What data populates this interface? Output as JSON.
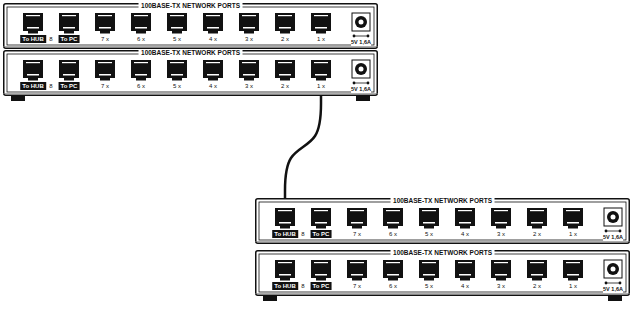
{
  "diagram": {
    "nodes": [
      {
        "text": [
          "100BASE-TX NETWORK PORTS",
          "To HUB",
          "8",
          "To PC",
          "7 x",
          "6 x",
          "5 x",
          "4 x",
          "3 x",
          "2 x",
          "1 x",
          "5V 1,6A"
        ]
      },
      {
        "text": [
          "100BASE-TX NETWORK PORTS",
          "To HUB",
          "8",
          "To PC",
          "7 x",
          "6 x",
          "5 x",
          "4 x",
          "3 x",
          "2 x",
          "1 x",
          "5V 1,6A"
        ]
      },
      {
        "text": [
          "100BASE-TX NETWORK PORTS",
          "To HUB",
          "8",
          "To PC",
          "7 x",
          "6 x",
          "5 x",
          "4 x",
          "3 x",
          "2 x",
          "1 x",
          "5V 1,6A"
        ]
      },
      {
        "text": [
          "100BASE-TX NETWORK PORTS",
          "To HUB",
          "8",
          "To PC",
          "7 x",
          "6 x",
          "5 x",
          "4 x",
          "3 x",
          "2 x",
          "1 x",
          "5V 1,6A"
        ]
      }
    ],
    "edges": [
      {
        "from": 1,
        "to": 2,
        "arrow": "none"
      }
    ]
  }
}
